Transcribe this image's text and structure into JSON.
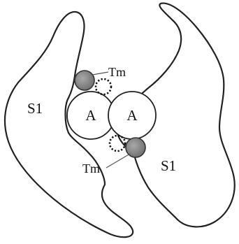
{
  "diagram": {
    "labels": {
      "s1_left": "S1",
      "s1_right": "S1",
      "actin_left": "A",
      "actin_right": "A",
      "tm_top": "Tm",
      "tm_bottom": "Tm"
    },
    "colors": {
      "outline": "#222222",
      "tropomyosin_fill": "#8a8a8a",
      "tropomyosin_stroke": "#333333",
      "background": "#ffffff"
    }
  }
}
